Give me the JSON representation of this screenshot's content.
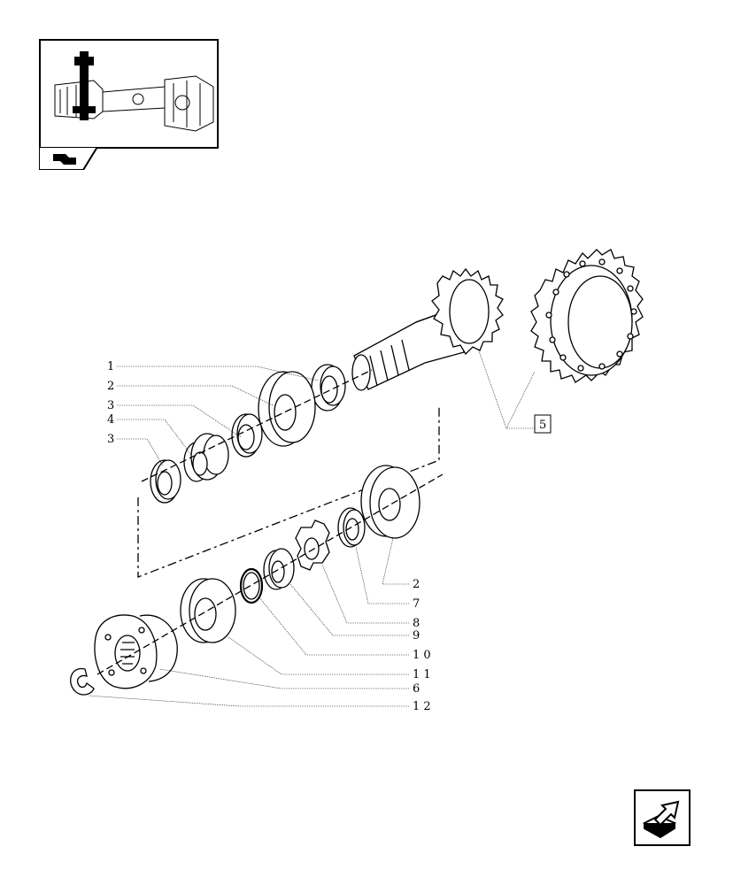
{
  "callouts": {
    "c1": "1",
    "c2a": "2",
    "c3a": "3",
    "c4": "4",
    "c3b": "3",
    "c5": "5",
    "c2b": "2",
    "c7": "7",
    "c8": "8",
    "c9": "9",
    "c10": "1 0",
    "c11": "1 1",
    "c6": "6",
    "c12": "1 2"
  },
  "icons": {
    "overview": "axle-assembly-thumbnail",
    "tab": "book-arrow-icon",
    "nav": "next-page-arrow-icon"
  },
  "colors": {
    "line": "#000000",
    "leader": "#000000",
    "background": "#ffffff"
  }
}
